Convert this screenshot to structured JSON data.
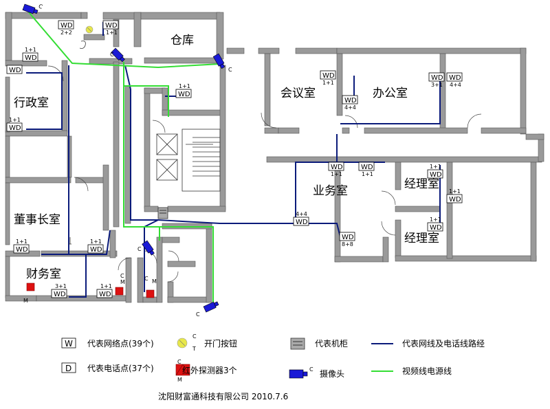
{
  "rooms": {
    "warehouse": "仓库",
    "meeting": "会议室",
    "office": "办公室",
    "admin": "行政室",
    "business": "业务室",
    "manager1": "经理室",
    "manager2": "经理室",
    "chairman": "董事长室",
    "finance": "财务室"
  },
  "outlets": [
    {
      "label": "WD",
      "count": "2+2"
    },
    {
      "label": "WD",
      "count": "1+1"
    },
    {
      "label": "WD",
      "count": "1+1"
    },
    {
      "label": "WD",
      "count": ""
    },
    {
      "label": "WD",
      "count": "1+1"
    },
    {
      "label": "WD",
      "count": "1+1"
    },
    {
      "label": "WD",
      "count": "1+1"
    },
    {
      "label": "WD",
      "count": "4+4"
    },
    {
      "label": "WD",
      "count": "3+1"
    },
    {
      "label": "WD",
      "count": "4+4"
    },
    {
      "label": "WD",
      "count": "1+1"
    },
    {
      "label": "WD",
      "count": "1+1"
    },
    {
      "label": "WD",
      "count": "1+1"
    },
    {
      "label": "WD",
      "count": "1+1"
    },
    {
      "label": "WD",
      "count": "4+4"
    },
    {
      "label": "WD",
      "count": "8+8"
    },
    {
      "label": "WD",
      "count": "1+1"
    },
    {
      "label": "WD",
      "count": "1+1"
    },
    {
      "label": "WD",
      "count": "3+1"
    },
    {
      "label": "WD",
      "count": "1+1"
    }
  ],
  "marks": {
    "camera": "C",
    "button_c": "C",
    "button_t": "T",
    "detector_c": "C",
    "detector_m": "M"
  },
  "legend": {
    "w_symbol": "W",
    "w_text": "代表网络点(39个)",
    "d_symbol": "D",
    "d_text": "代表电话点(37个)",
    "button_text": "开门按钮",
    "detector_text": "红外探测器3个",
    "cabinet_text": "代表机柜",
    "camera_text": "摄像头",
    "network_line_text": "代表网线及电话线路经",
    "video_line_text": "视频线电源线"
  },
  "colors": {
    "wall": "#9a9a9a",
    "network": "#0a1a7a",
    "video": "#33dd33",
    "camera": "#1a1ad6",
    "detector": "#dd1111",
    "button": "#e8e84a"
  },
  "footer": "沈阳财富通科技有限公司 2010.7.6"
}
